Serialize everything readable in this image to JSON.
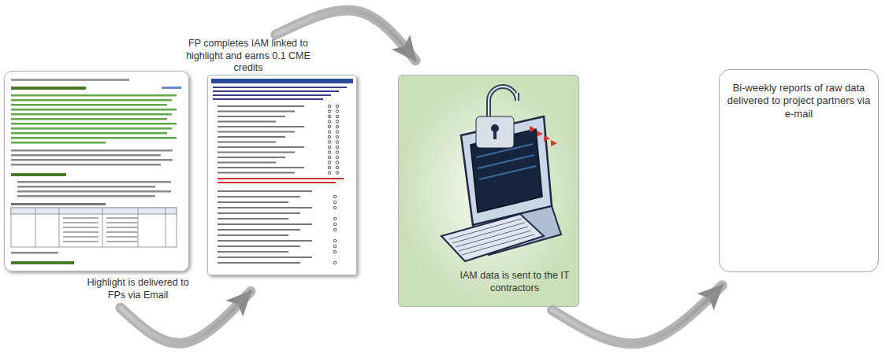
{
  "diagram": {
    "nodes": [
      {
        "text": [
          "Highlight is delivered to FPs via Email"
        ]
      },
      {
        "text": [
          "FP completes IAM linked to highlight and earns 0.1 CME credits"
        ]
      },
      {
        "text": [
          "IAM data is sent to the IT contractors"
        ]
      },
      {
        "text": [
          "Bi-weekly reports of raw data delivered to project partners via e-mail"
        ]
      }
    ],
    "edges": [
      {
        "from": 0,
        "to": 1,
        "arrow": "to"
      },
      {
        "from": 1,
        "to": 2,
        "arrow": "to"
      },
      {
        "from": 2,
        "to": 3,
        "arrow": "to"
      }
    ]
  }
}
